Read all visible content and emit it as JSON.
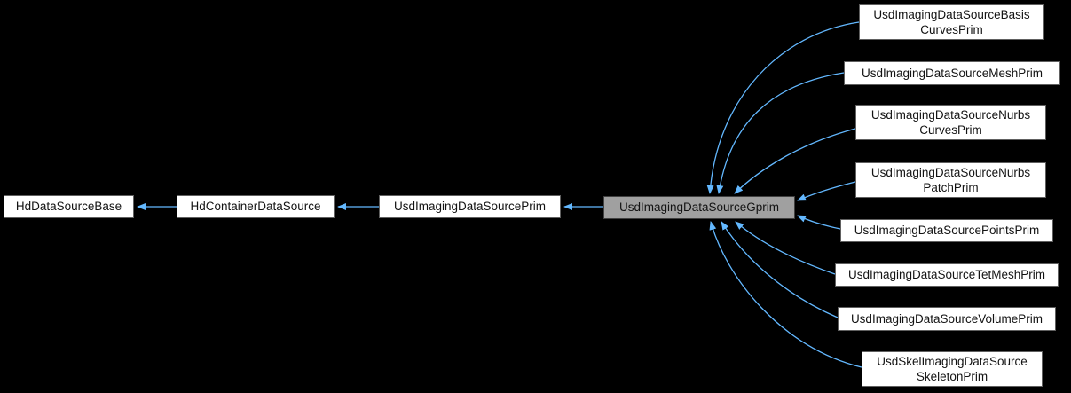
{
  "diagram": {
    "type": "class-inheritance",
    "highlighted_class": "UsdImagingDataSourceGprim",
    "colors": {
      "background": "#000000",
      "arrow": "#63b8ff",
      "node_fill": "#ffffff",
      "node_border": "#606060",
      "highlight_fill": "#a0a0a0",
      "highlight_border": "#404040",
      "text": "#131313"
    },
    "nodes": {
      "base": {
        "label": "HdDataSourceBase"
      },
      "container": {
        "label": "HdContainerDataSource"
      },
      "prim": {
        "label": "UsdImagingDataSourcePrim"
      },
      "gprim": {
        "label": "UsdImagingDataSourceGprim"
      },
      "basisCurves": {
        "label": "UsdImagingDataSourceBasis\nCurvesPrim"
      },
      "mesh": {
        "label": "UsdImagingDataSourceMeshPrim"
      },
      "nurbsCurves": {
        "label": "UsdImagingDataSourceNurbs\nCurvesPrim"
      },
      "nurbsPatch": {
        "label": "UsdImagingDataSourceNurbs\nPatchPrim"
      },
      "points": {
        "label": "UsdImagingDataSourcePointsPrim"
      },
      "tetMesh": {
        "label": "UsdImagingDataSourceTetMeshPrim"
      },
      "volume": {
        "label": "UsdImagingDataSourceVolumePrim"
      },
      "skeleton": {
        "label": "UsdSkelImagingDataSource\nSkeletonPrim"
      }
    },
    "inheritance": [
      {
        "derived": "HdContainerDataSource",
        "base": "HdDataSourceBase"
      },
      {
        "derived": "UsdImagingDataSourcePrim",
        "base": "HdContainerDataSource"
      },
      {
        "derived": "UsdImagingDataSourceGprim",
        "base": "UsdImagingDataSourcePrim"
      },
      {
        "derived": "UsdImagingDataSourceBasisCurvesPrim",
        "base": "UsdImagingDataSourceGprim"
      },
      {
        "derived": "UsdImagingDataSourceMeshPrim",
        "base": "UsdImagingDataSourceGprim"
      },
      {
        "derived": "UsdImagingDataSourceNurbsCurvesPrim",
        "base": "UsdImagingDataSourceGprim"
      },
      {
        "derived": "UsdImagingDataSourceNurbsPatchPrim",
        "base": "UsdImagingDataSourceGprim"
      },
      {
        "derived": "UsdImagingDataSourcePointsPrim",
        "base": "UsdImagingDataSourceGprim"
      },
      {
        "derived": "UsdImagingDataSourceTetMeshPrim",
        "base": "UsdImagingDataSourceGprim"
      },
      {
        "derived": "UsdImagingDataSourceVolumePrim",
        "base": "UsdImagingDataSourceGprim"
      },
      {
        "derived": "UsdSkelImagingDataSourceSkeletonPrim",
        "base": "UsdImagingDataSourceGprim"
      }
    ]
  }
}
